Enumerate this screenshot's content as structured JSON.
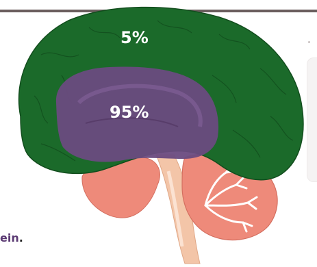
{
  "labels": {
    "outer_percent": "5%",
    "inner_percent": "95%"
  },
  "caption_fragment": {
    "text": "ein",
    "punct": "."
  },
  "colors": {
    "outer_region": "#1b6a2a",
    "inner_region": "#6a4b7f",
    "cerebellum": "#ee8a7a",
    "brainstem": "#f3c5a8",
    "caption": "#5b3a73",
    "top_rule": "#6b5e5e"
  }
}
